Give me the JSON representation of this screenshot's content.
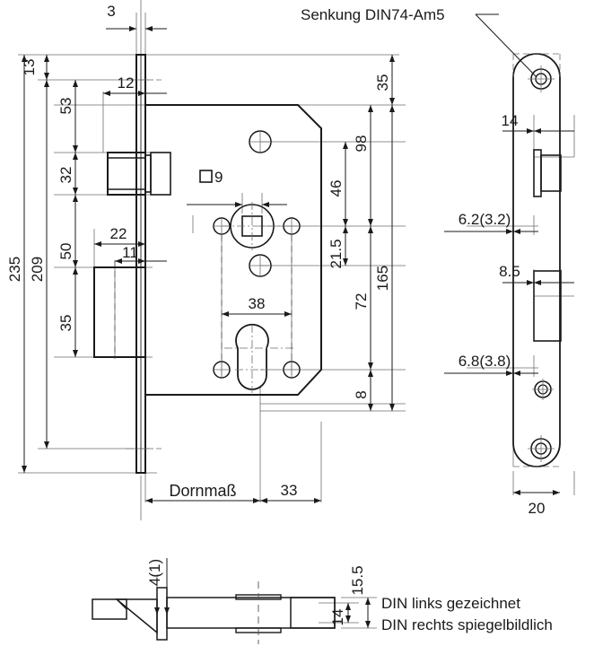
{
  "drawing": {
    "title": "Mortise lock technical drawing",
    "line_color": "#1a1a1a",
    "thin_line_color": "#6e6e6e",
    "background": "#ffffff"
  },
  "notes": {
    "countersink": "Senkung DIN74-Am5",
    "din_left": "DIN links gezeichnet",
    "din_right": "DIN rechts spiegelbildlich",
    "backset_label": "Dornmaß",
    "square_spindle": "□9"
  },
  "front_view": {
    "vertical_dims": [
      {
        "id": "total-235",
        "value": "235"
      },
      {
        "id": "faceplate-209",
        "value": "209"
      },
      {
        "id": "top-13",
        "value": "13"
      },
      {
        "id": "to-latch-53",
        "value": "53"
      },
      {
        "id": "latch-32",
        "value": "32"
      },
      {
        "id": "mid-50",
        "value": "50"
      },
      {
        "id": "bolt-35",
        "value": "35"
      }
    ],
    "horizontal_dims": [
      {
        "id": "faceplate-thickness-3",
        "value": "3"
      },
      {
        "id": "latch-proj-12",
        "value": "12"
      },
      {
        "id": "bolt-22",
        "value": "22"
      },
      {
        "id": "bolt-11",
        "value": "11"
      },
      {
        "id": "fixing-holes-38",
        "value": "38"
      },
      {
        "id": "case-33",
        "value": "33"
      }
    ],
    "right_dims": [
      {
        "id": "top-35",
        "value": "35"
      },
      {
        "id": "case-98",
        "value": "98"
      },
      {
        "id": "spindle-46",
        "value": "46"
      },
      {
        "id": "offset-21-5",
        "value": "21.5"
      },
      {
        "id": "cylinder-72",
        "value": "72"
      },
      {
        "id": "case-165",
        "value": "165"
      },
      {
        "id": "bottom-8",
        "value": "8"
      }
    ]
  },
  "side_view": {
    "dims": [
      {
        "id": "width-14",
        "value": "14"
      },
      {
        "id": "latch-62-32",
        "value": "6.2(3.2)"
      },
      {
        "id": "bolt-8-5",
        "value": "8.5"
      },
      {
        "id": "bolt-68-38",
        "value": "6.8(3.8)"
      },
      {
        "id": "faceplate-width-20",
        "value": "20"
      }
    ]
  },
  "section_view": {
    "dims": [
      {
        "id": "faceplate-4-1",
        "value": "4(1)"
      },
      {
        "id": "case-depth-15-5",
        "value": "15.5"
      },
      {
        "id": "case-thickness-14",
        "value": "14"
      }
    ]
  }
}
